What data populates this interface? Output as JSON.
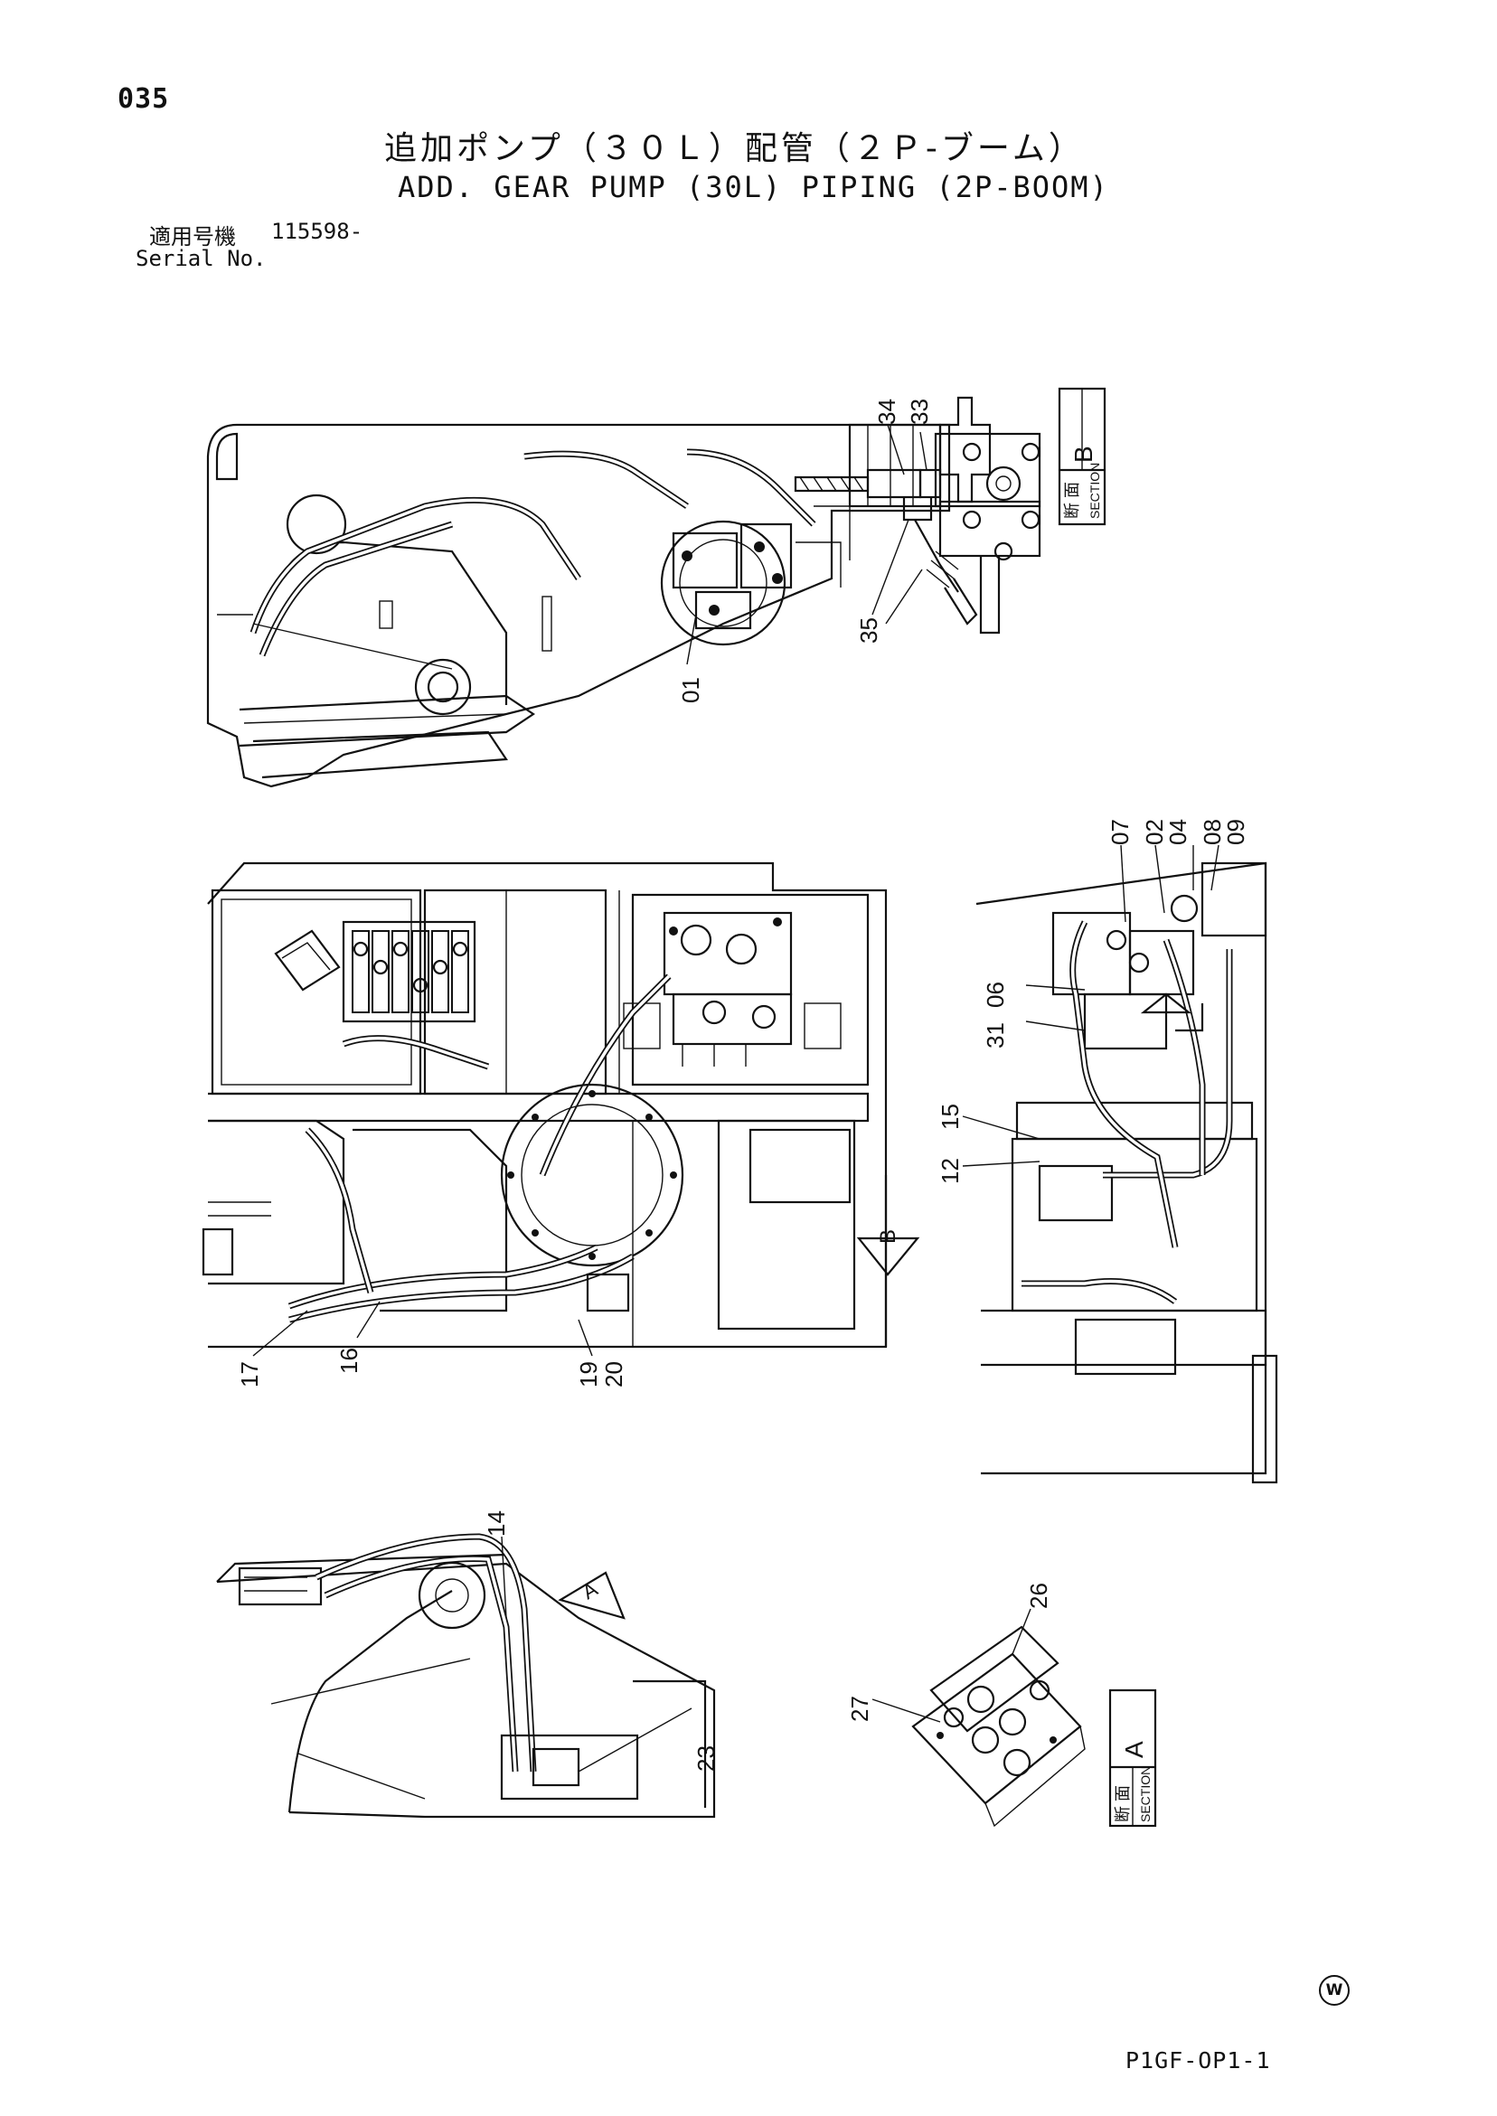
{
  "header": {
    "page_number": "035",
    "title_jp": "追加ポンプ（３０Ｌ）配管（２Ｐ-ブーム）",
    "title_en": "ADD. GEAR PUMP (30L) PIPING (2P-BOOM)",
    "serial_label_jp": "適用号機",
    "serial_value": "115598-",
    "serial_label_en": "Serial No."
  },
  "callouts": {
    "c01": "01",
    "c02": "02",
    "c04": "04",
    "c06": "06",
    "c07": "07",
    "c08": "08",
    "c09": "09",
    "c12": "12",
    "c14": "14",
    "c15": "15",
    "c16": "16",
    "c17": "17",
    "c19": "19",
    "c20": "20",
    "c23": "23",
    "c26": "26",
    "c27": "27",
    "c31": "31",
    "c33": "33",
    "c34": "34",
    "c35": "35"
  },
  "sections": {
    "section_b": {
      "jp": "断 面",
      "en": "SECTION",
      "letter": "B"
    },
    "section_a": {
      "jp": "断 面",
      "en": "SECTION",
      "letter": "A"
    },
    "view_arrow_b": "B",
    "view_arrow_a": "A"
  },
  "footer": {
    "drawing_code": "P1GF-OP1-1",
    "circle_mark": "W"
  }
}
